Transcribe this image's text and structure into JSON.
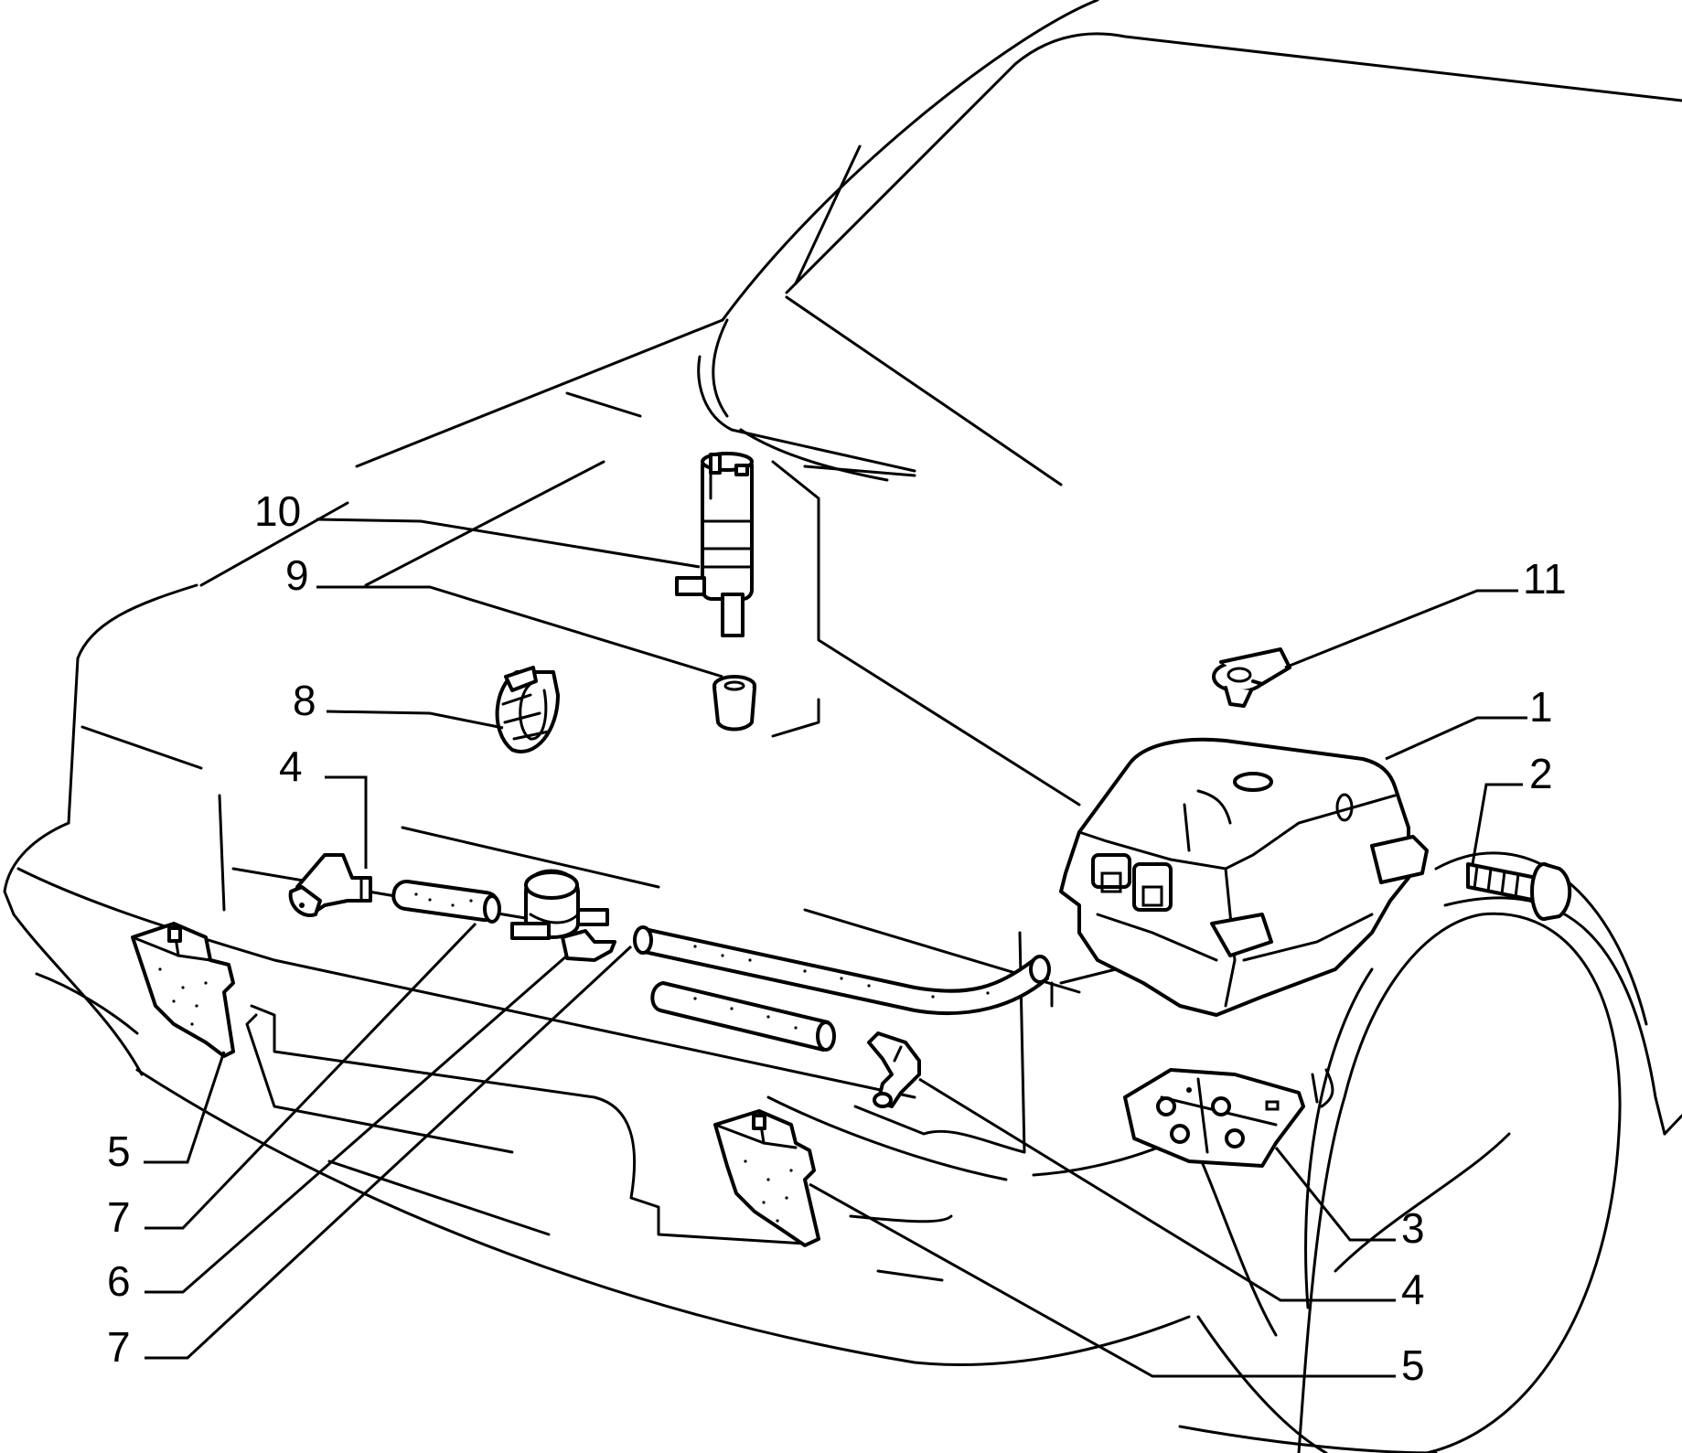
{
  "colors": {
    "ink": "#000000",
    "paper": "#ffffff"
  },
  "callouts": {
    "c1": "1",
    "c2": "2",
    "c3": "3",
    "c4a": "4",
    "c4b": "4",
    "c5a": "5",
    "c5b": "5",
    "c6": "6",
    "c7a": "7",
    "c7b": "7",
    "c8": "8",
    "c9": "9",
    "c10": "10",
    "c11": "11"
  },
  "parts": [
    {
      "ref": "1",
      "icon": "washer-reservoir"
    },
    {
      "ref": "2",
      "icon": "screw"
    },
    {
      "ref": "3",
      "icon": "mounting-plate"
    },
    {
      "ref": "4",
      "icon": "elbow-connector"
    },
    {
      "ref": "5",
      "icon": "washer-nozzle"
    },
    {
      "ref": "6",
      "icon": "check-valve"
    },
    {
      "ref": "7",
      "icon": "hose"
    },
    {
      "ref": "8",
      "icon": "hose-clamp"
    },
    {
      "ref": "9",
      "icon": "grommet"
    },
    {
      "ref": "10",
      "icon": "washer-pump"
    },
    {
      "ref": "11",
      "icon": "filler-cap"
    }
  ]
}
